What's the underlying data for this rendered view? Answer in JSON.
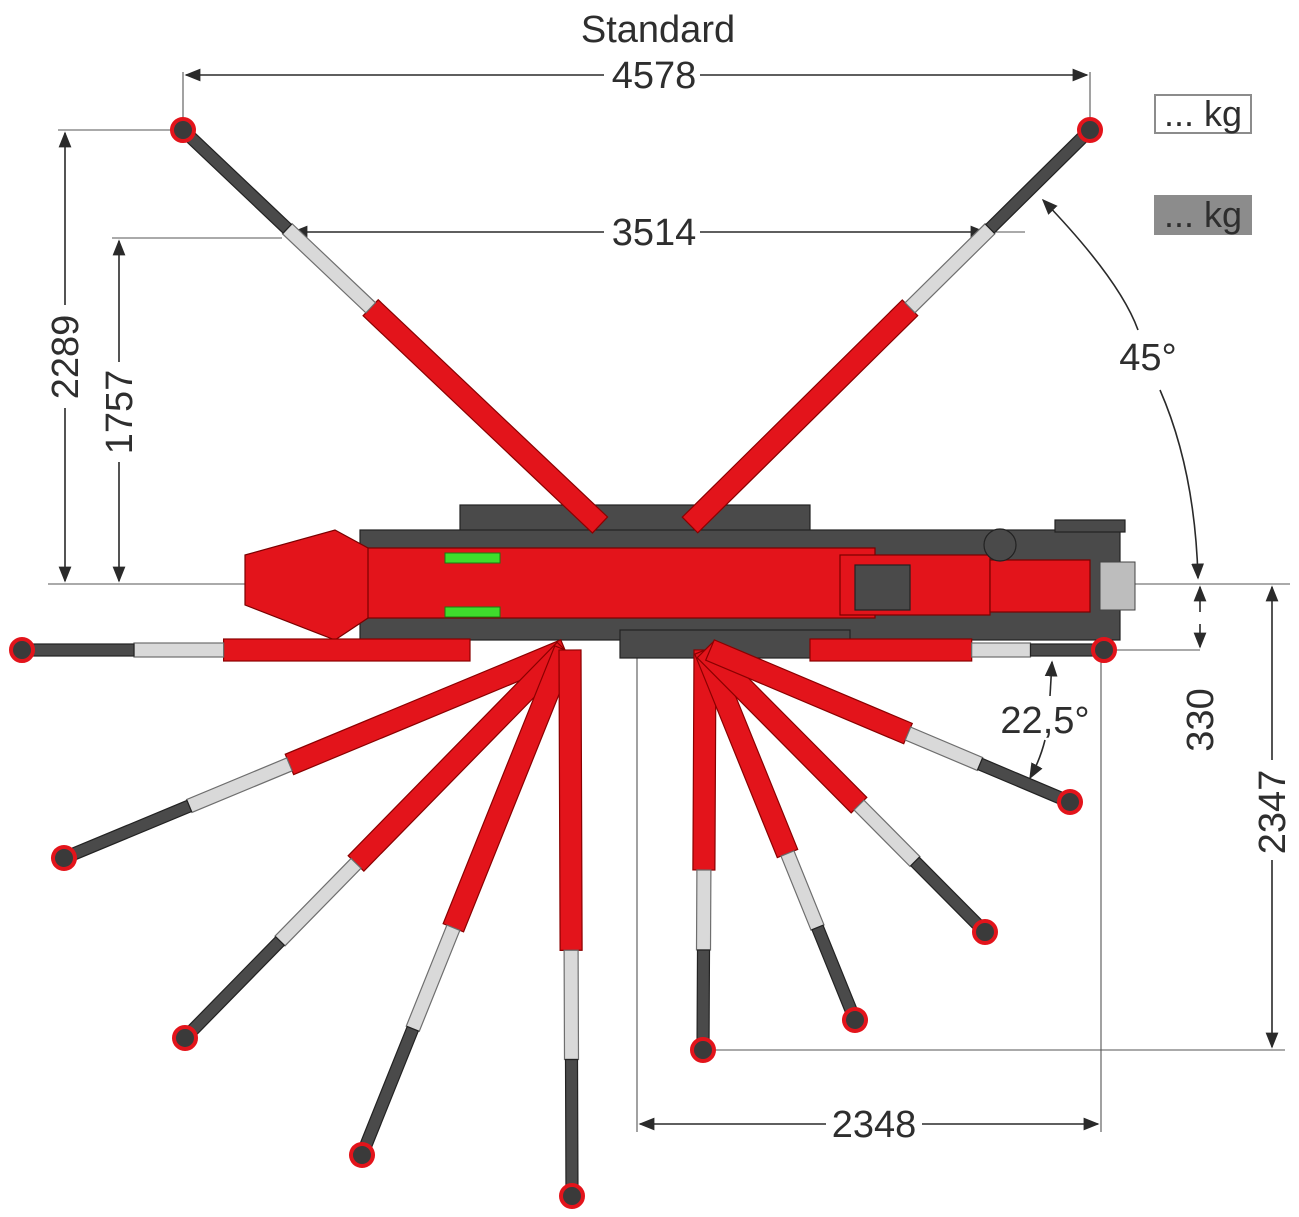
{
  "title": "Standard",
  "dimensions": {
    "top_span": "4578",
    "inner_span": "3514",
    "left_outer": "2289",
    "left_inner": "1757",
    "angle_top": "45°",
    "angle_bottom": "22,5°",
    "right_small": "330",
    "right_large": "2347",
    "bottom_span": "2348"
  },
  "legend": [
    {
      "label": "... kg",
      "style": "outline"
    },
    {
      "label": "... kg",
      "style": "filled-gray"
    }
  ],
  "colors": {
    "machine_red": "#e3141b",
    "machine_dark": "#4a4a4a",
    "legend_fill": "#8c8c8c",
    "accent_green": "#3fdc2c"
  }
}
